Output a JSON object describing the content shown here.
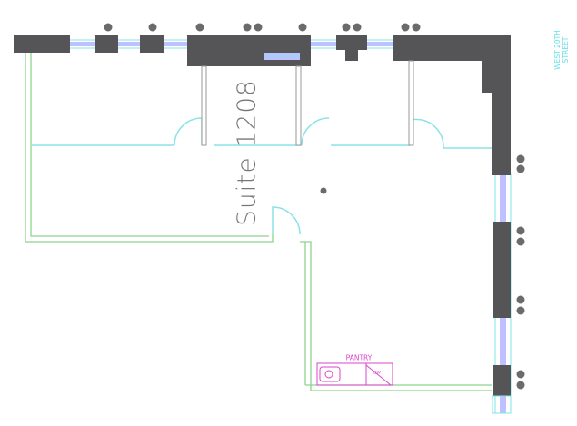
{
  "suite": {
    "label": "Suite 1208"
  },
  "street": {
    "line1": "WEST 20TH",
    "line2": "STREET"
  },
  "pantry": {
    "label": "PANTRY",
    "appliance_label": "DW"
  },
  "colors": {
    "background": "#ffffff",
    "structure": "#555557",
    "window_glass": "#bfc0ff",
    "window_frame": "#7fe6ea",
    "partition_wall": "#8ae3e6",
    "suite_boundary": "#8fd38f",
    "pantry": "#d946c8",
    "door_frame": "#9a9a9a",
    "label_text": "#777777",
    "street_text": "#66e0e6",
    "column_dots": "#6b6b6b"
  }
}
